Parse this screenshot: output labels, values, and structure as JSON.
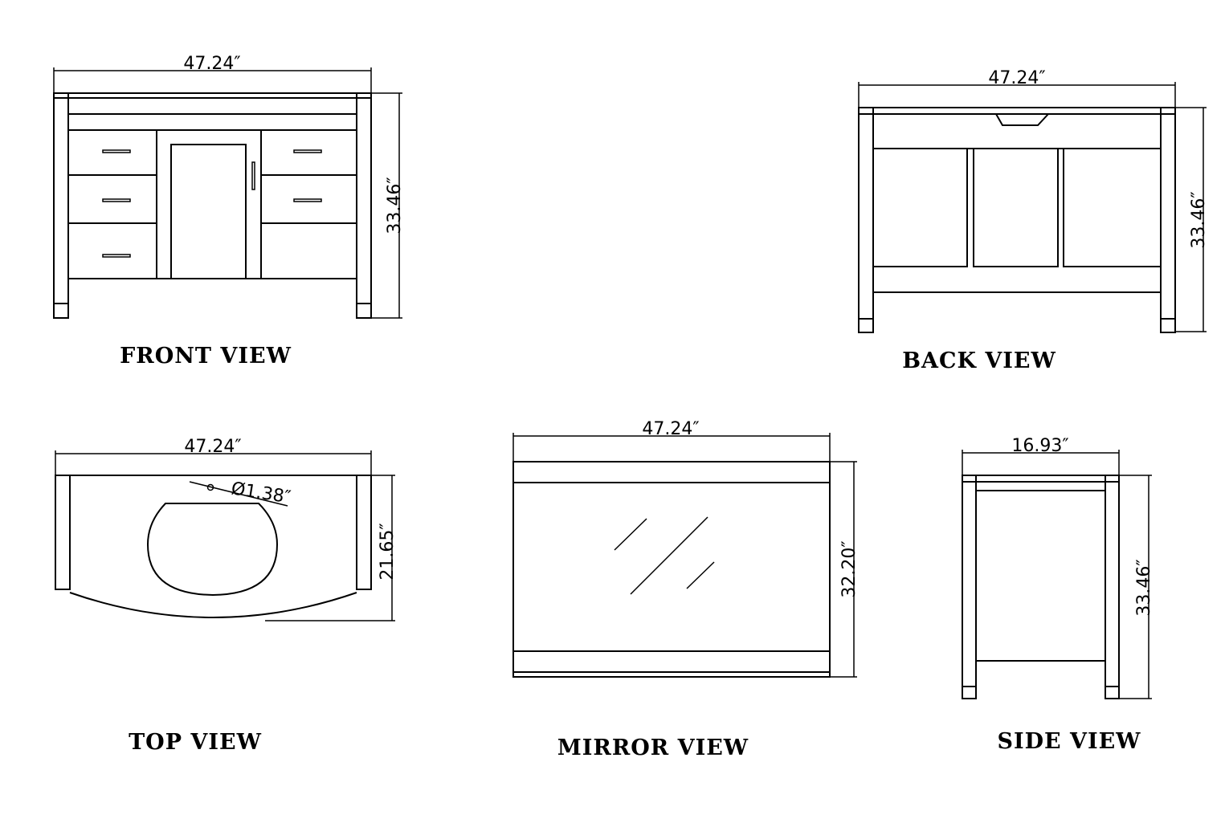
{
  "views": {
    "front": {
      "title": "FRONT VIEW",
      "width": "47.24″",
      "height": "33.46″"
    },
    "back": {
      "title": "BACK VIEW",
      "width": "47.24″",
      "height": "33.46″"
    },
    "top": {
      "title": "TOP VIEW",
      "width": "47.24″",
      "depth": "21.65″",
      "hole": "Ø1.38″"
    },
    "mirror": {
      "title": "MIRROR VIEW",
      "width": "47.24″",
      "height": "32.20″"
    },
    "side": {
      "title": "SIDE VIEW",
      "width": "16.93″",
      "height": "33.46″"
    }
  }
}
